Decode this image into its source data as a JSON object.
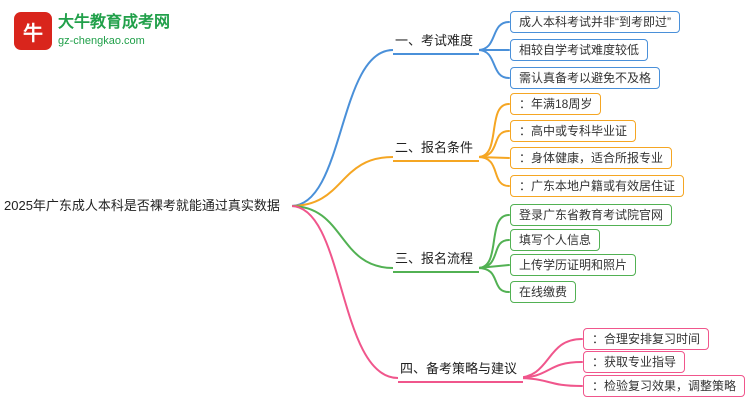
{
  "brand": {
    "logo_text": "牛",
    "site_name": "大牛教育成考网",
    "site_url": "gz-chengkao.com",
    "brand_red": "#d9251c",
    "brand_green": "#21a04a"
  },
  "root": {
    "label": "2025年广东成人本科是否裸考就能通过真实数据"
  },
  "branches": [
    {
      "label": "一、考试难度",
      "color": "#4a90d9",
      "children": [
        "成人本科考试并非“到考即过”",
        "相较自学考试难度较低",
        "需认真备考以避免不及格"
      ]
    },
    {
      "label": "二、报名条件",
      "color": "#f5a623",
      "children": [
        "：年满18周岁",
        "：高中或专科毕业证",
        "：身体健康，适合所报专业",
        "：广东本地户籍或有效居住证"
      ]
    },
    {
      "label": "三、报名流程",
      "color": "#52b153",
      "children": [
        "登录广东省教育考试院官网",
        "填写个人信息",
        "上传学历证明和照片",
        "在线缴费"
      ]
    },
    {
      "label": "四、备考策略与建议",
      "color": "#f0568c",
      "children": [
        "：合理安排复习时间",
        "：获取专业指导",
        "：检验复习效果，调整策略"
      ]
    }
  ]
}
